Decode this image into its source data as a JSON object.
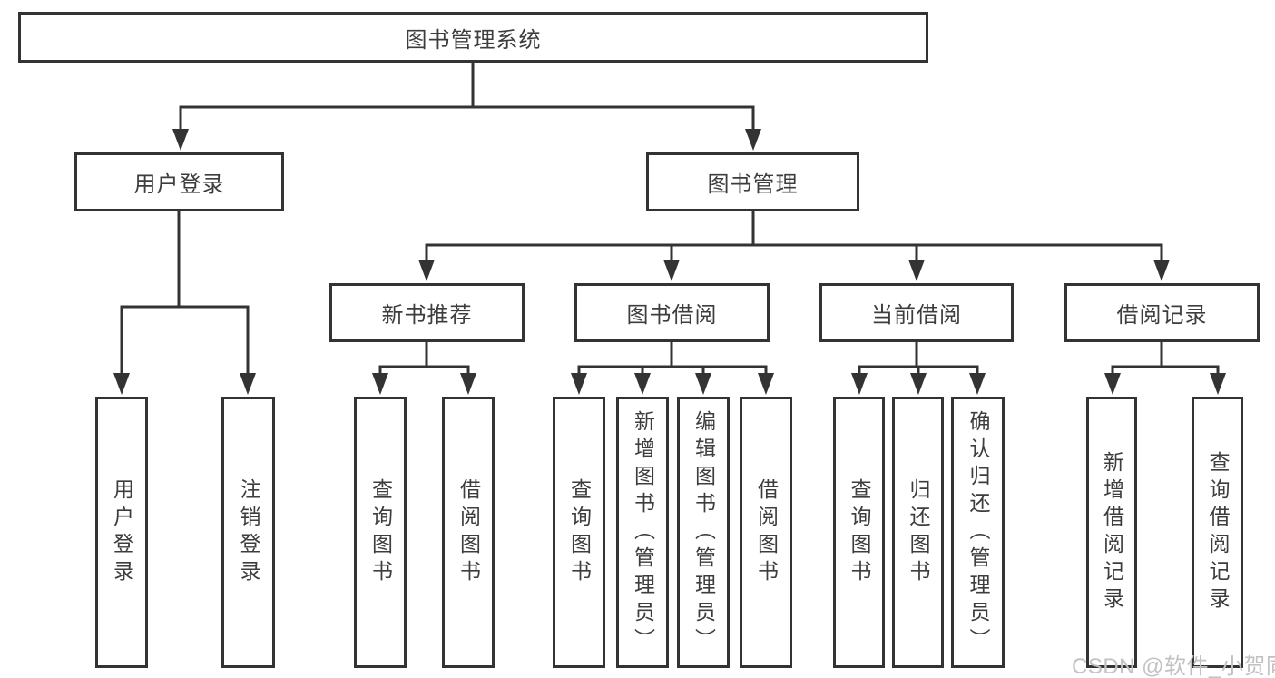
{
  "tree": {
    "root": {
      "label": "图书管理系统"
    },
    "branches": [
      {
        "label": "用户登录",
        "children": [
          {
            "label": "用户登录"
          },
          {
            "label": "注销登录"
          }
        ]
      },
      {
        "label": "图书管理",
        "children": [
          {
            "label": "新书推荐",
            "children": [
              {
                "label": "查询图书"
              },
              {
                "label": "借阅图书"
              }
            ]
          },
          {
            "label": "图书借阅",
            "children": [
              {
                "label": "查询图书"
              },
              {
                "label": "新增图书（管理员）"
              },
              {
                "label": "编辑图书（管理员）"
              },
              {
                "label": "借阅图书"
              }
            ]
          },
          {
            "label": "当前借阅",
            "children": [
              {
                "label": "查询图书"
              },
              {
                "label": "归还图书"
              },
              {
                "label": "确认归还（管理员）"
              }
            ]
          },
          {
            "label": "借阅记录",
            "children": [
              {
                "label": "新增借阅记录"
              },
              {
                "label": "查询借阅记录"
              }
            ]
          }
        ]
      }
    ]
  },
  "watermark": {
    "text": "CSDN @软件_小贺同学"
  },
  "colors": {
    "line": "#333333",
    "text": "#3d3d3d",
    "background": "#ffffff",
    "watermark": "#c2c2c2"
  }
}
